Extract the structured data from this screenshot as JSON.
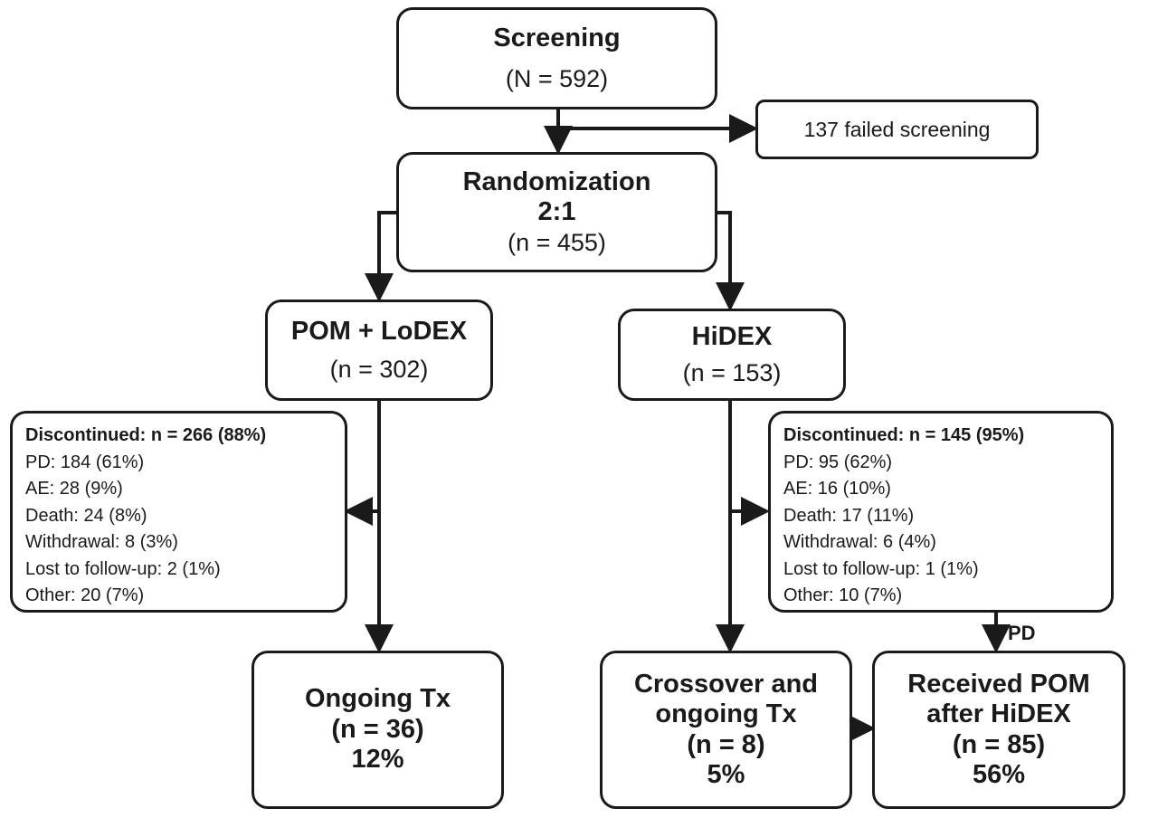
{
  "screening": {
    "title": "Screening",
    "count": "(N = 592)"
  },
  "failed": {
    "text": "137 failed screening"
  },
  "randomization": {
    "title": "Randomization",
    "ratio": "2:1",
    "count": "(n = 455)"
  },
  "pom_lodex": {
    "title": "POM + LoDEX",
    "count": "(n = 302)"
  },
  "hidex": {
    "title": "HiDEX",
    "count": "(n = 153)"
  },
  "disc_left": {
    "title": "Discontinued: n = 266 (88%)",
    "items": [
      "PD: 184 (61%)",
      "AE: 28 (9%)",
      "Death: 24 (8%)",
      "Withdrawal: 8 (3%)",
      "Lost to follow-up: 2 (1%)",
      "Other: 20 (7%)"
    ]
  },
  "disc_right": {
    "title": "Discontinued: n = 145 (95%)",
    "items": [
      "PD: 95 (62%)",
      "AE: 16 (10%)",
      "Death: 17 (11%)",
      "Withdrawal: 6 (4%)",
      "Lost to follow-up: 1 (1%)",
      "Other: 10 (7%)"
    ]
  },
  "pd_label": "PD",
  "ongoing": {
    "title": "Ongoing Tx",
    "count": "(n = 36)",
    "pct": "12%"
  },
  "crossover": {
    "line1": "Crossover and",
    "line2": "ongoing Tx",
    "count": "(n = 8)",
    "pct": "5%"
  },
  "received": {
    "line1": "Received POM",
    "line2": "after HiDEX",
    "count": "(n = 85)",
    "pct": "56%"
  }
}
